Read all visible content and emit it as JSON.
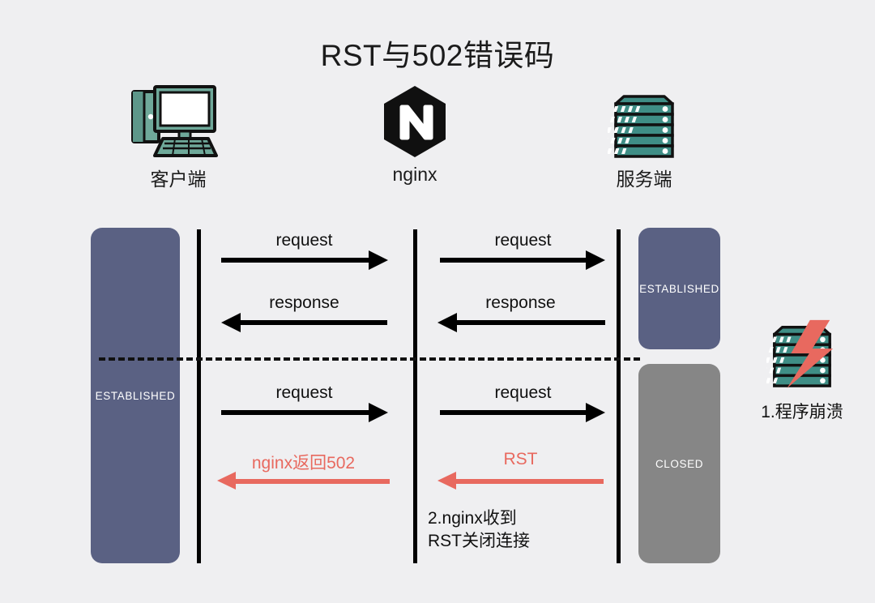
{
  "title": "RST与502错误码",
  "colors": {
    "background": "#efeff1",
    "established": "#5a6183",
    "closed": "#868686",
    "accent_red": "#e8695f",
    "arrow_black": "#000000",
    "icon_teal": "#6fa99a",
    "icon_dark_teal": "#2f7a74",
    "nginx_black": "#101010"
  },
  "actors": [
    {
      "id": "client",
      "label": "客户端",
      "icon": "desktop-computer-icon"
    },
    {
      "id": "nginx",
      "label": "nginx",
      "icon": "nginx-hexagon-logo"
    },
    {
      "id": "server",
      "label": "服务端",
      "icon": "server-rack-icon"
    }
  ],
  "state_boxes": [
    {
      "id": "client-established",
      "label": "ESTABLISHED",
      "state": "established"
    },
    {
      "id": "server-established",
      "label": "ESTABLISHED",
      "state": "established"
    },
    {
      "id": "server-closed",
      "label": "CLOSED",
      "state": "closed"
    }
  ],
  "messages": [
    {
      "id": "client-nginx-request-1",
      "label": "request",
      "direction": "right",
      "color": "black"
    },
    {
      "id": "nginx-server-request-1",
      "label": "request",
      "direction": "right",
      "color": "black"
    },
    {
      "id": "nginx-client-response-1",
      "label": "response",
      "direction": "left",
      "color": "black"
    },
    {
      "id": "server-nginx-response-1",
      "label": "response",
      "direction": "left",
      "color": "black"
    },
    {
      "id": "client-nginx-request-2",
      "label": "request",
      "direction": "right",
      "color": "black"
    },
    {
      "id": "nginx-server-request-2",
      "label": "request",
      "direction": "right",
      "color": "black"
    },
    {
      "id": "nginx-client-502",
      "label": "nginx返回502",
      "direction": "left",
      "color": "red"
    },
    {
      "id": "server-nginx-rst",
      "label": "RST",
      "direction": "left",
      "color": "red"
    }
  ],
  "notes": {
    "crash": "1.程序崩溃",
    "nginx_close": "2.nginx收到\nRST关闭连接"
  }
}
